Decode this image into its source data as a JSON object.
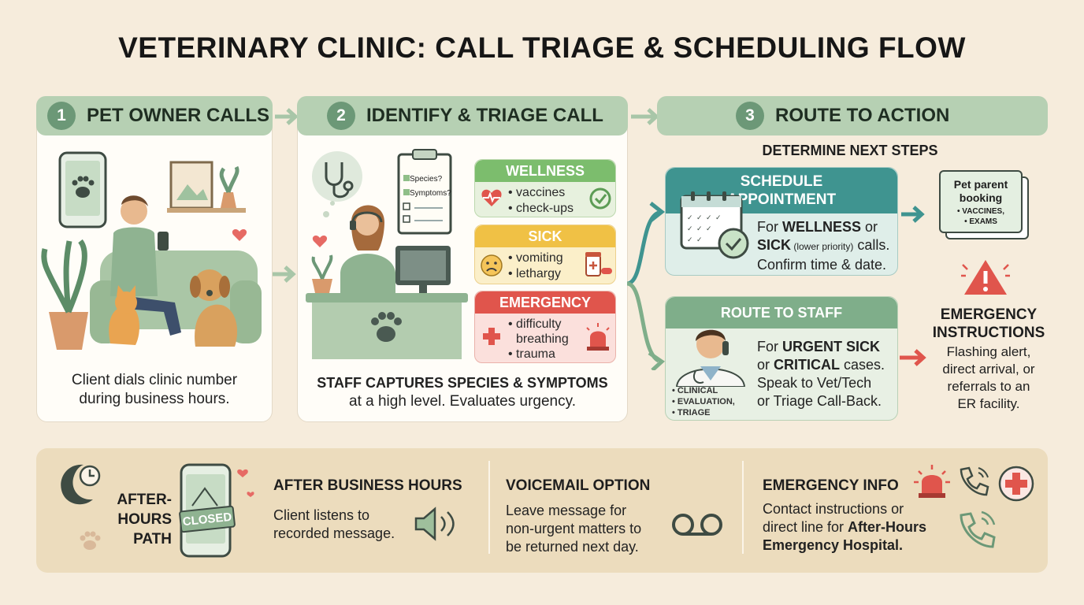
{
  "title": "VETERINARY CLINIC: CALL TRIAGE & SCHEDULING FLOW",
  "step1": {
    "num": "1",
    "title": "PET OWNER CALLS",
    "caption_line1": "Client dials clinic number",
    "caption_line2": "during business hours."
  },
  "step2": {
    "num": "2",
    "title": "IDENTIFY & TRIAGE CALL",
    "clipboard": {
      "item1": "Species?",
      "item2": "Symptoms?"
    },
    "categories": [
      {
        "title": "WELLNESS",
        "items": [
          "• vaccines",
          "• check-ups"
        ]
      },
      {
        "title": "SICK",
        "items": [
          "• vomiting",
          "• lethargy"
        ]
      },
      {
        "title": "EMERGENCY",
        "items": [
          "• difficulty",
          "breathing",
          "• trauma"
        ]
      }
    ],
    "caption_bold": "STAFF CAPTURES SPECIES & SYMPTOMS",
    "caption_rest": "at a high level. Evaluates urgency."
  },
  "step3": {
    "num": "3",
    "title": "ROUTE TO ACTION",
    "subtitle": "DETERMINE NEXT STEPS",
    "schedule": {
      "title_line1": "SCHEDULE",
      "title_line2": "APPOINTMENT",
      "l1_pre": "For ",
      "l1_bold": "WELLNESS",
      "l1_post": " or",
      "l2_bold": "SICK",
      "l2_small": " (lower priority)",
      "l2_post": " calls.",
      "l3": "Confirm time & date."
    },
    "booking": {
      "title_line1": "Pet parent",
      "title_line2": "booking",
      "item1": "• VACCINES,",
      "item2": "• EXAMS"
    },
    "staff": {
      "title": "ROUTE TO STAFF",
      "l1_pre": "For ",
      "l1_bold": "URGENT SICK",
      "l2_pre": "or ",
      "l2_bold": "CRITICAL",
      "l2_post": " cases.",
      "l3": "Speak to Vet/Tech",
      "l4": "or Triage Call-Back.",
      "tag1": "• CLINICAL",
      "tag2": "• EVALUATION,",
      "tag3": "• TRIAGE"
    },
    "emergency": {
      "title_line1": "EMERGENCY",
      "title_line2": "INSTRUCTIONS",
      "l1": "Flashing alert,",
      "l2": "direct arrival, or",
      "l3": "referrals to an",
      "l4": "ER facility."
    }
  },
  "bottom": {
    "path_line1": "AFTER-",
    "path_line2": "HOURS",
    "path_line3": "PATH",
    "closed_sign": "CLOSED",
    "after": {
      "title": "AFTER BUSINESS HOURS",
      "l1": "Client listens to",
      "l2": "recorded message."
    },
    "voicemail": {
      "title": "VOICEMAIL OPTION",
      "l1": "Leave message for",
      "l2": "non-urgent matters to",
      "l3": "be returned next day."
    },
    "emergency": {
      "title": "EMERGENCY INFO",
      "l1": "Contact instructions or",
      "l2_pre": "direct line for ",
      "l2_bold": "After-Hours",
      "l3_bold": "Emergency Hospital."
    }
  },
  "colors": {
    "green_header": "#b6d0b3",
    "number_badge": "#6c9877",
    "teal": "#3f9490",
    "staff_green": "#7fae8a",
    "wellness": "#7cbd6d",
    "sick": "#f0c145",
    "emergency": "#e0554c",
    "background": "#f6ecdc"
  }
}
